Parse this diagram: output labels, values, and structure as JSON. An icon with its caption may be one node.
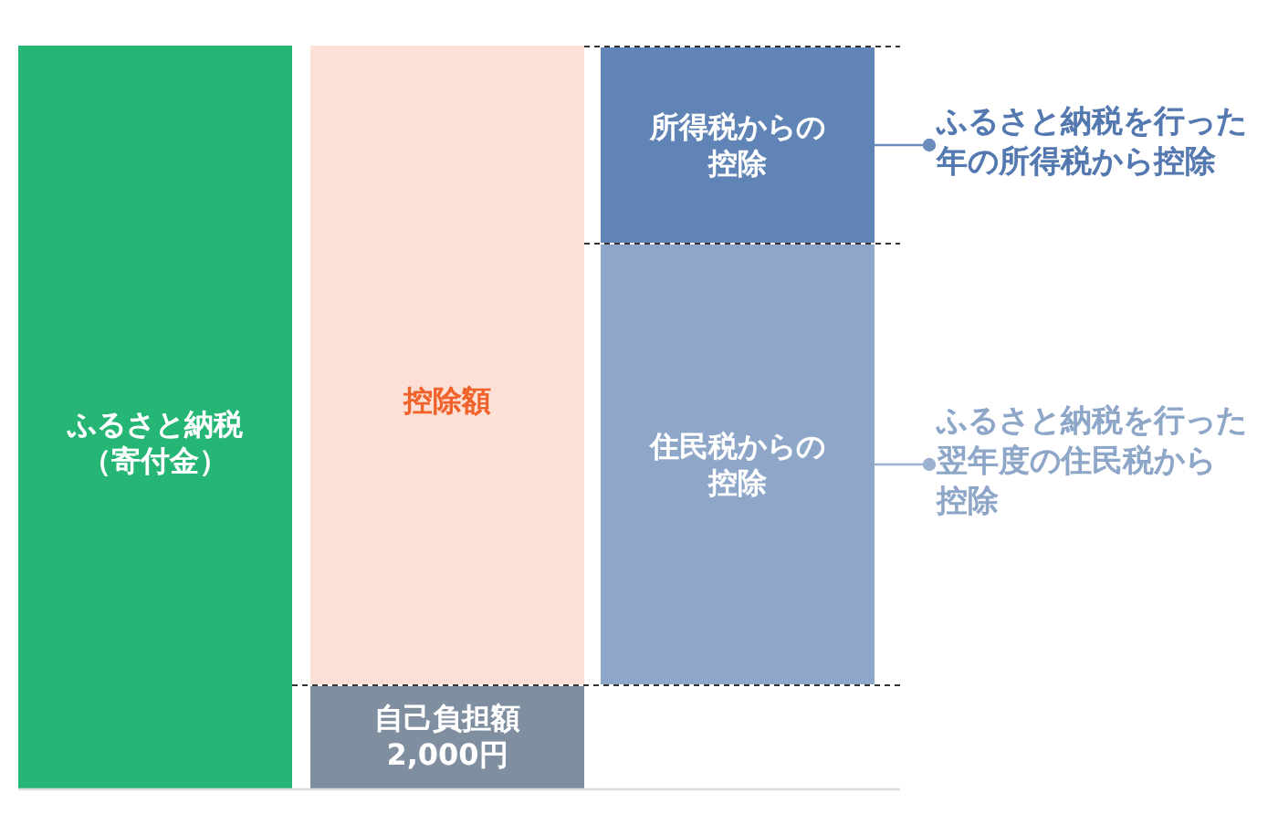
{
  "diagram": {
    "nodes": [
      {
        "text": [
          "ふるさと納税",
          "（寄付金）"
        ]
      },
      {
        "text": [
          "控除額"
        ]
      },
      {
        "text": [
          "所得税からの控除"
        ]
      },
      {
        "text": [
          "住民税からの控除"
        ]
      },
      {
        "text": [
          "自己負担額",
          "2,000円"
        ]
      },
      {
        "text": [
          "ふるさと納税を行った年の所得税から控除"
        ]
      },
      {
        "text": [
          "ふるさと納税を行った翌年度の住民税から控除"
        ]
      }
    ],
    "edges": [
      {
        "from": 5,
        "to": 2,
        "arrow": "other",
        "color": "#6a8dbd"
      },
      {
        "from": 6,
        "to": 3,
        "arrow": "other",
        "color": "#9db2d0"
      }
    ]
  }
}
